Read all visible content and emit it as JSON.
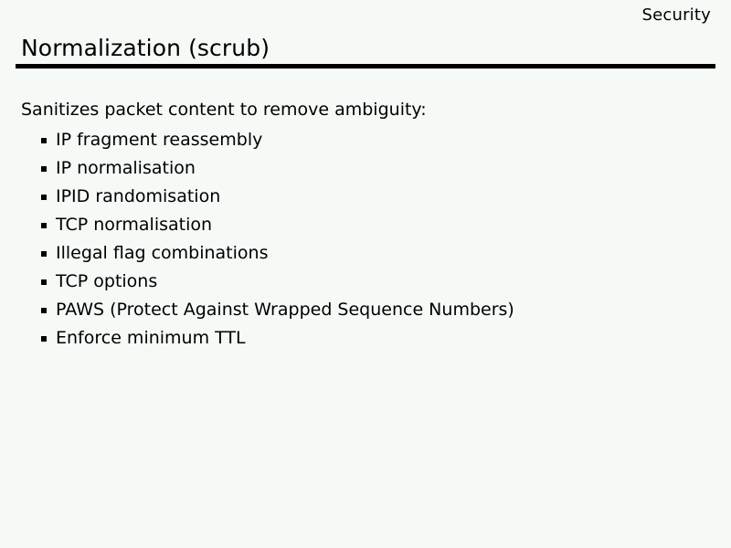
{
  "slide": {
    "header": "Security",
    "title": "Normalization (scrub)",
    "lead_in": "Sanitizes packet content to remove ambiguity:",
    "bullet_marker_icon": "square-bullet-icon",
    "bullets": [
      {
        "label": "IP fragment reassembly"
      },
      {
        "label": "IP normalisation"
      },
      {
        "label": "IPID randomisation"
      },
      {
        "label": "TCP normalisation"
      },
      {
        "label": "Illegal flag combinations"
      },
      {
        "label": "TCP options"
      },
      {
        "label": "PAWS (Protect Against Wrapped Sequence Numbers)"
      },
      {
        "label": "Enforce minimum TTL"
      }
    ],
    "colors": {
      "background": "#f5faf7",
      "text": "#000000",
      "rule": "#000000"
    }
  }
}
